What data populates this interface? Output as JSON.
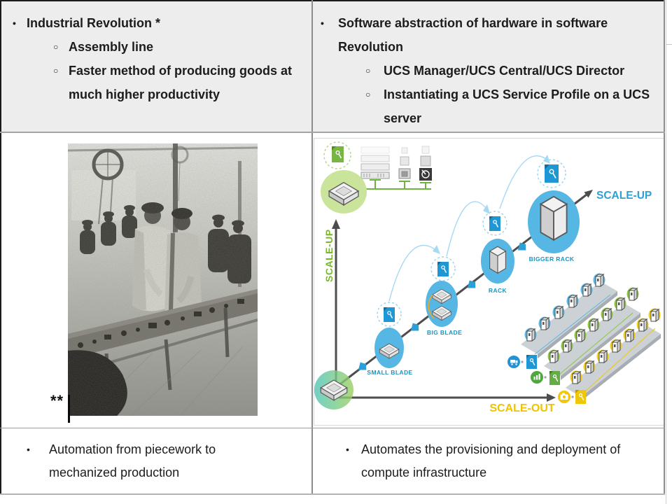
{
  "bullets": {
    "level1": "•",
    "level2": "○"
  },
  "table": {
    "left": {
      "header_title": "Industrial Revolution *",
      "header_items": [
        "Assembly line",
        "Faster method of producing goods at much higher productivity"
      ],
      "marker_text": "**",
      "footer_item": "Automation from piecework to mechanized production"
    },
    "right": {
      "header_title": "Software abstraction of hardware in software Revolution",
      "header_items": [
        "UCS Manager/UCS Central/UCS Director",
        "Instantiating a UCS Service Profile on a UCS server"
      ],
      "footer_item": "Automates the provisioning and deployment of compute infrastructure"
    }
  },
  "diagram": {
    "labels": {
      "scale_up_axis": "SCALE-UP",
      "scale_up_arrow": "SCALE-UP",
      "scale_out": "SCALE-OUT",
      "small_blade": "SMALL BLADE",
      "big_blade": "BIG BLADE",
      "rack": "RACK",
      "bigger_rack": "BIGGER RACK"
    },
    "colors": {
      "node_blue": "#56b6e4",
      "profile_blue": "#1f97d4",
      "profile_green": "#79b543",
      "profile_yellow": "#f2c70b",
      "legend_green": "#4ea83e",
      "scale_up_green": "#76b82a",
      "scale_up_blue": "#2ba1d4",
      "scale_out_yellow": "#f0c300",
      "axis_gray": "#4d4d4d"
    }
  }
}
